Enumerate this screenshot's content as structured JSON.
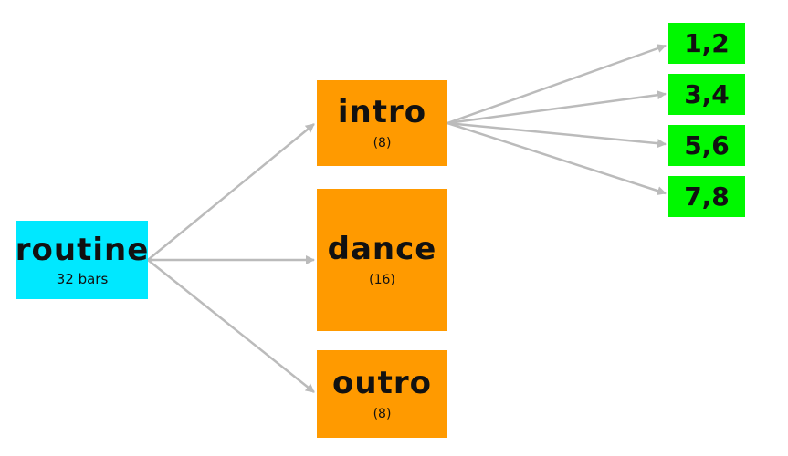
{
  "colors": {
    "root": "#00e8ff",
    "section": "#ff9a00",
    "leaf": "#00f800",
    "arrow": "#bbbbbb",
    "text": "#111111"
  },
  "nodes": {
    "routine": {
      "label": "routine",
      "sub": "32 bars"
    },
    "intro": {
      "label": "intro",
      "sub": "(8)"
    },
    "dance": {
      "label": "dance",
      "sub": "(16)"
    },
    "outro": {
      "label": "outro",
      "sub": "(8)"
    },
    "bars": [
      {
        "label": "1,2"
      },
      {
        "label": "3,4"
      },
      {
        "label": "5,6"
      },
      {
        "label": "7,8"
      }
    ]
  }
}
